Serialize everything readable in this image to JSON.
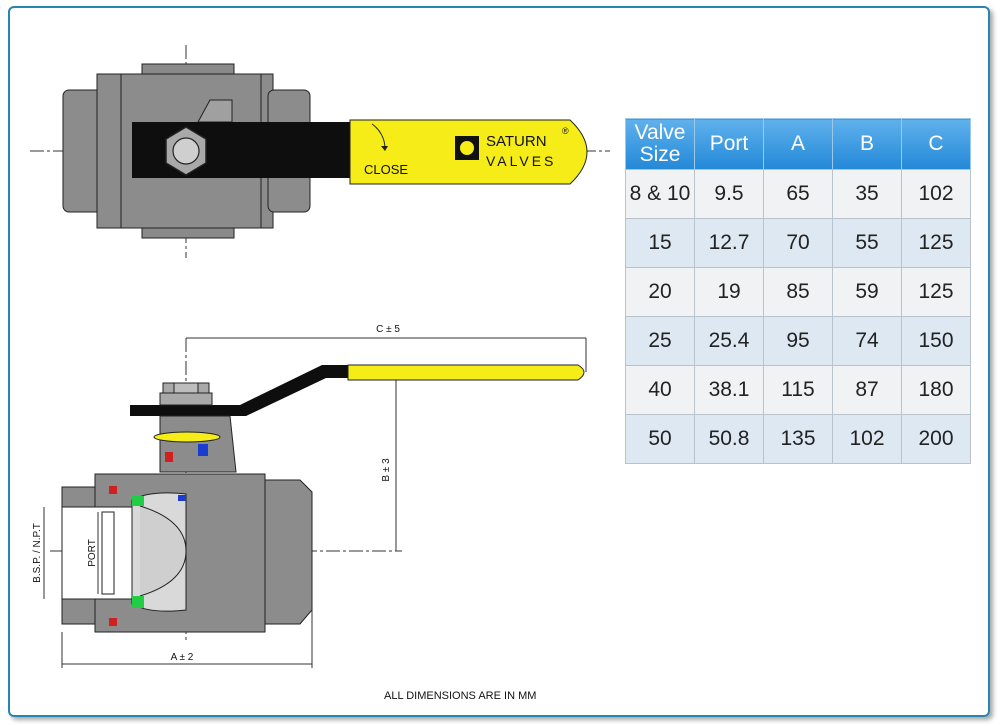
{
  "top_view": {
    "handle_text": "CLOSE",
    "brand_line1": "SATURN",
    "brand_line2": "VALVES",
    "brand_mark": "®"
  },
  "side_view": {
    "dim_c": "C ± 5",
    "dim_b": "B ± 3",
    "dim_a": "A ± 2",
    "label_thread": "B.S.P. / N.P.T",
    "label_port": "PORT"
  },
  "table": {
    "headers": [
      "Valve Size",
      "Port",
      "A",
      "B",
      "C"
    ],
    "rows": [
      [
        "8 & 10",
        "9.5",
        "65",
        "35",
        "102"
      ],
      [
        "15",
        "12.7",
        "70",
        "55",
        "125"
      ],
      [
        "20",
        "19",
        "85",
        "59",
        "125"
      ],
      [
        "25",
        "25.4",
        "95",
        "74",
        "150"
      ],
      [
        "40",
        "38.1",
        "115",
        "87",
        "180"
      ],
      [
        "50",
        "50.8",
        "135",
        "102",
        "200"
      ]
    ]
  },
  "footnote": "ALL DIMENSIONS ARE IN MM",
  "colors": {
    "frame": "#2a84b0",
    "header_blue": "#2388d8",
    "handle_yellow": "#f5ec18",
    "body_gray": "#8c8c8c"
  }
}
